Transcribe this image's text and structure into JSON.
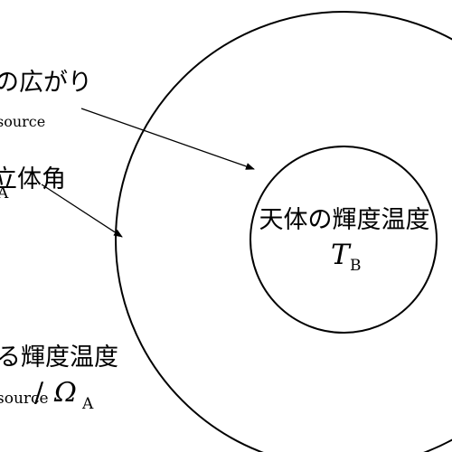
{
  "outer_circle_color": "#000000",
  "inner_circle_color": "#000000",
  "left_labels": {
    "label1_jp": "の広がり",
    "label1_symbol_sub": "source",
    "label2_jp": "立体角",
    "label2_symbol_sub": "A",
    "label3_jp": "る輝度温度",
    "label3_formula_sub1": "source",
    "label3_formula_div": "/",
    "label3_formula_omega": "Ω",
    "label3_formula_sub2": "A"
  },
  "center": {
    "title": "天体の輝度温度",
    "symbol": "T",
    "symbol_sub": "B"
  }
}
